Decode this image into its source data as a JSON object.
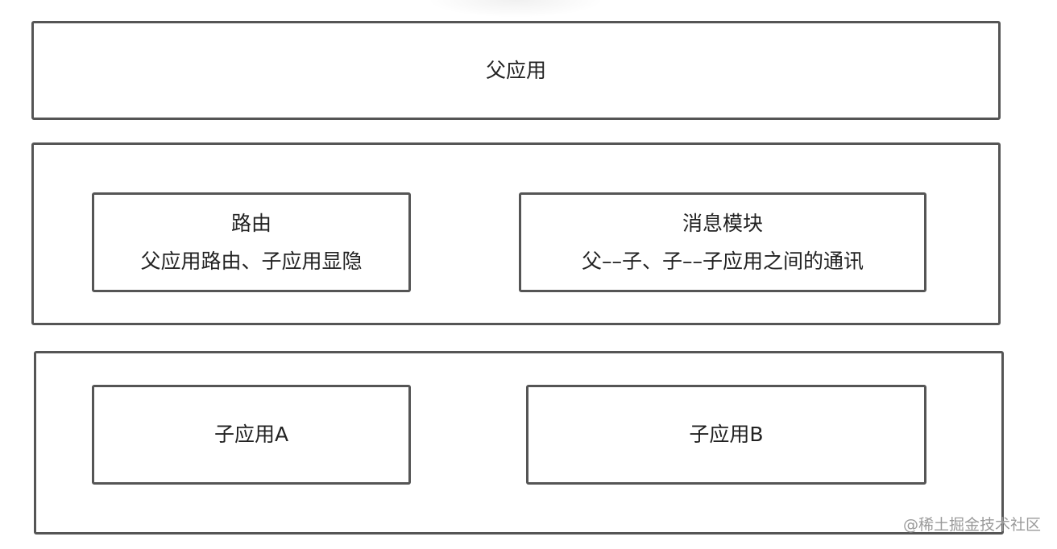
{
  "diagram": {
    "parent_app": {
      "label": "父应用"
    },
    "middle_layer": {
      "routing": {
        "title": "路由",
        "description": "父应用路由、子应用显隐"
      },
      "messaging": {
        "title": "消息模块",
        "description": "父––子、子––子应用之间的通讯"
      }
    },
    "bottom_layer": {
      "sub_app_a": {
        "label": "子应用A"
      },
      "sub_app_b": {
        "label": "子应用B"
      }
    }
  },
  "watermark": {
    "text": "@稀土掘金技术社区"
  },
  "colors": {
    "border": "#555555",
    "text": "#222222",
    "watermark": "#9a9a9a",
    "background": "#ffffff"
  }
}
